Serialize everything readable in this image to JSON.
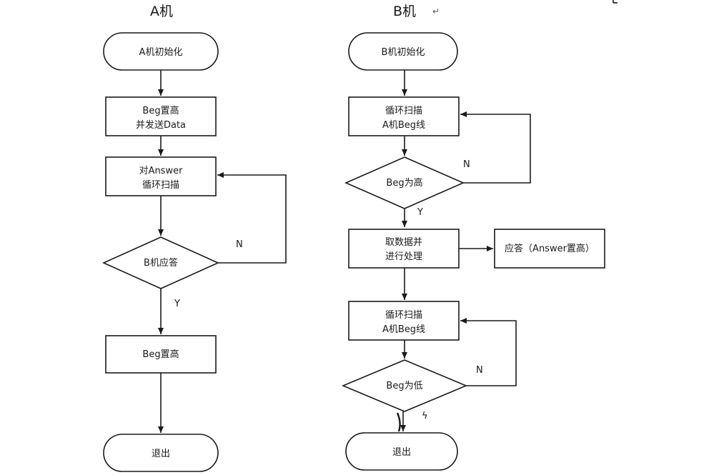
{
  "titles": {
    "a": "A机",
    "b": "B机",
    "b_mark": "↵"
  },
  "flow_a": {
    "init": "A机初始化",
    "beg_high_send": [
      "Beg置高",
      "并发送Data"
    ],
    "scan_answer": [
      "对Answer",
      "循环扫描"
    ],
    "decision_b_ack": "B机应答",
    "beg_high": "Beg置高",
    "exit": "退出"
  },
  "flow_b": {
    "init": "B机初始化",
    "scan_beg_1": [
      "循环扫描",
      "A机Beg线"
    ],
    "decision_beg_high": "Beg为高",
    "fetch_process": [
      "取数据并",
      "进行处理"
    ],
    "answer_high": "应答（Answer置高）",
    "scan_beg_2": [
      "循环扫描",
      "A机Beg线"
    ],
    "decision_beg_low": "Beg为低",
    "exit": "退出"
  },
  "edge_labels": {
    "a_no": "N",
    "a_yes": "Y",
    "b1_no": "N",
    "b1_yes": "Y",
    "b2_no": "N",
    "b2_yes": "ϟ"
  }
}
